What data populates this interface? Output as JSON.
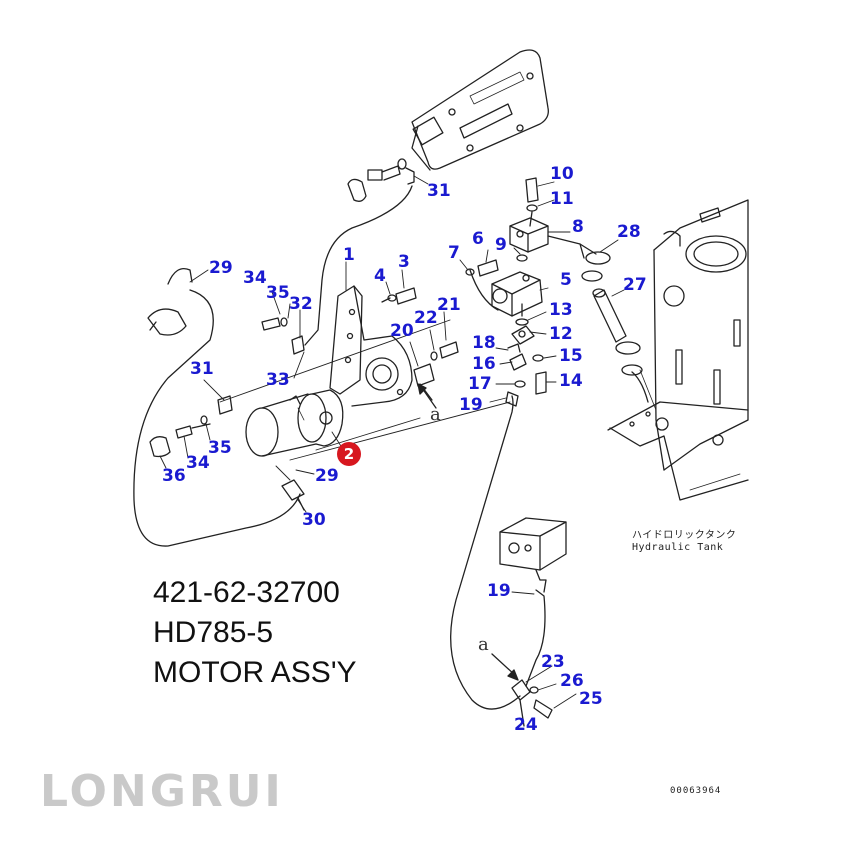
{
  "callouts": {
    "c1": "1",
    "c2": "2",
    "c3": "3",
    "c4": "4",
    "c5": "5",
    "c6": "6",
    "c7": "7",
    "c8": "8",
    "c9": "9",
    "c10": "10",
    "c11": "11",
    "c12": "12",
    "c13": "13",
    "c14": "14",
    "c15": "15",
    "c16": "16",
    "c17": "17",
    "c18": "18",
    "c19a": "19",
    "c19b": "19",
    "c20": "20",
    "c21": "21",
    "c22": "22",
    "c23": "23",
    "c24": "24",
    "c25": "25",
    "c26": "26",
    "c27": "27",
    "c28": "28",
    "c29a": "29",
    "c29b": "29",
    "c30": "30",
    "c31a": "31",
    "c31b": "31",
    "c32": "32",
    "c33": "33",
    "c34a": "34",
    "c34b": "34",
    "c35a": "35",
    "c35b": "35",
    "c36": "36"
  },
  "view_marker": {
    "a1": "a",
    "a2": "a"
  },
  "tank_label": {
    "japanese": "ハイドロリックタンク",
    "english": "Hydraulic Tank"
  },
  "caption": {
    "part_number": "421-62-32700",
    "model": "HD785-5",
    "title": "MOTOR ASS'Y"
  },
  "drawing_code": "00063964",
  "logo": "LONGRUI",
  "colors": {
    "callout": "#1a1ad0",
    "badge": "#d7171f",
    "logo": "#c9c9c9",
    "line": "#222222"
  }
}
